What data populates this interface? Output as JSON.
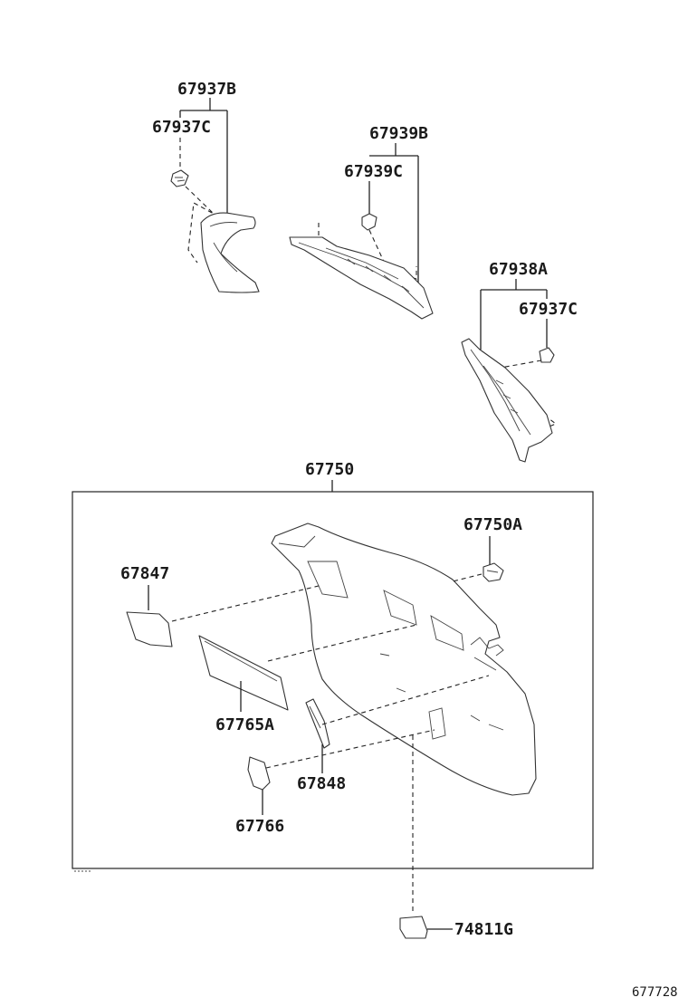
{
  "labels": {
    "p67937B": "67937B",
    "p67937C_top": "67937C",
    "p67939B": "67939B",
    "p67939C": "67939C",
    "p67938A": "67938A",
    "p67937C_right": "67937C",
    "p67750": "67750",
    "p67750A": "67750A",
    "p67847": "67847",
    "p67765A": "67765A",
    "p67848": "67848",
    "p67766": "67766",
    "p74811G": "74811G"
  },
  "figure_number": "677728"
}
